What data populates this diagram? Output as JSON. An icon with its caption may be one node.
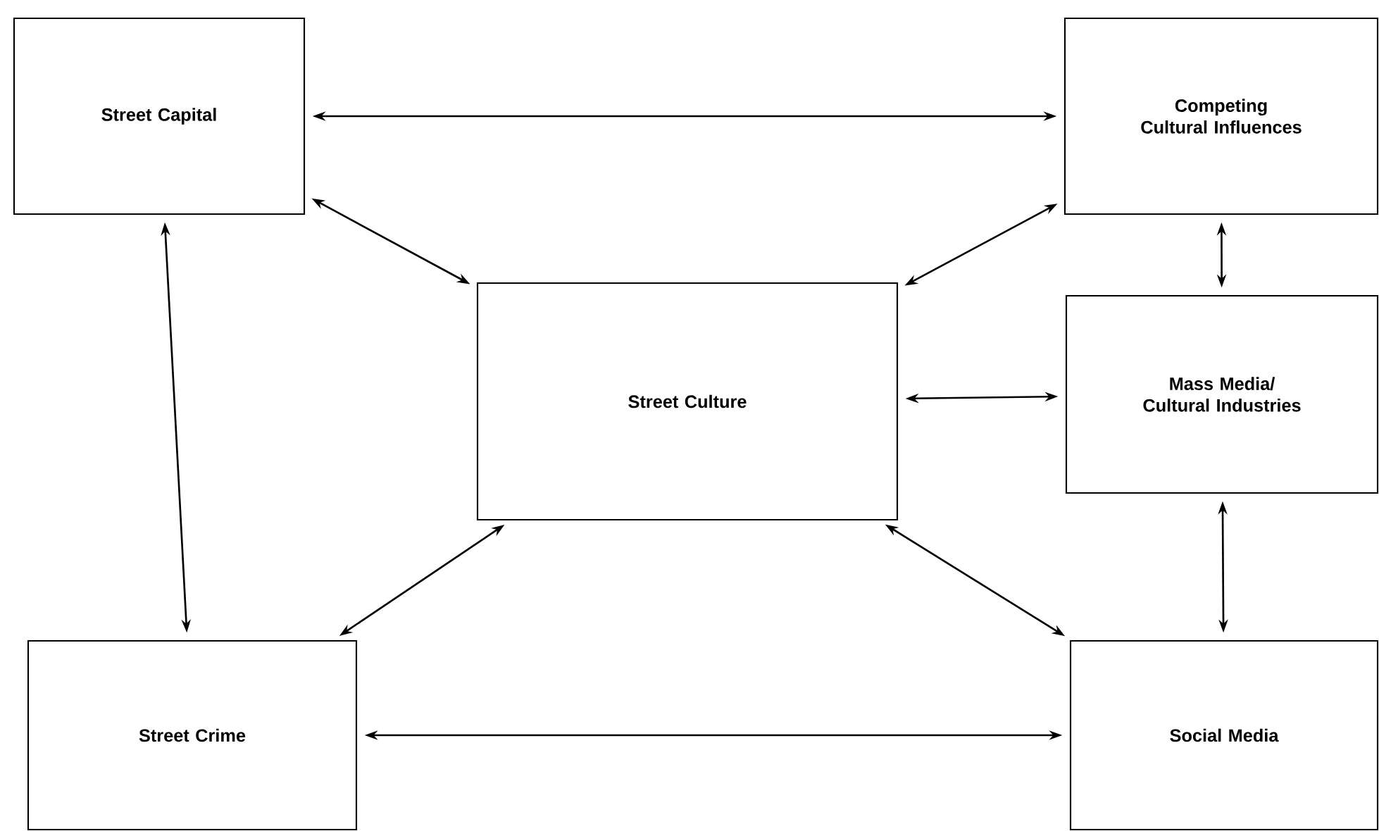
{
  "diagram": {
    "nodes": [
      {
        "text": [
          "Street Capital"
        ]
      },
      {
        "text": [
          "Competing Cultural Influences"
        ]
      },
      {
        "text": [
          "Street Culture"
        ]
      },
      {
        "text": [
          "Mass Media/ Cultural Industries"
        ]
      },
      {
        "text": [
          "Street Crime"
        ]
      },
      {
        "text": [
          "Social Media"
        ]
      }
    ],
    "edges": [
      {
        "from": 0,
        "to": 1,
        "arrow": "both"
      },
      {
        "from": 0,
        "to": 2,
        "arrow": "both"
      },
      {
        "from": 1,
        "to": 2,
        "arrow": "both"
      },
      {
        "from": 0,
        "to": 4,
        "arrow": "both"
      },
      {
        "from": 2,
        "to": 4,
        "arrow": "both"
      },
      {
        "from": 2,
        "to": 3,
        "arrow": "both"
      },
      {
        "from": 1,
        "to": 3,
        "arrow": "both"
      },
      {
        "from": 3,
        "to": 5,
        "arrow": "both"
      },
      {
        "from": 2,
        "to": 5,
        "arrow": "both"
      },
      {
        "from": 4,
        "to": 5,
        "arrow": "both"
      }
    ]
  }
}
